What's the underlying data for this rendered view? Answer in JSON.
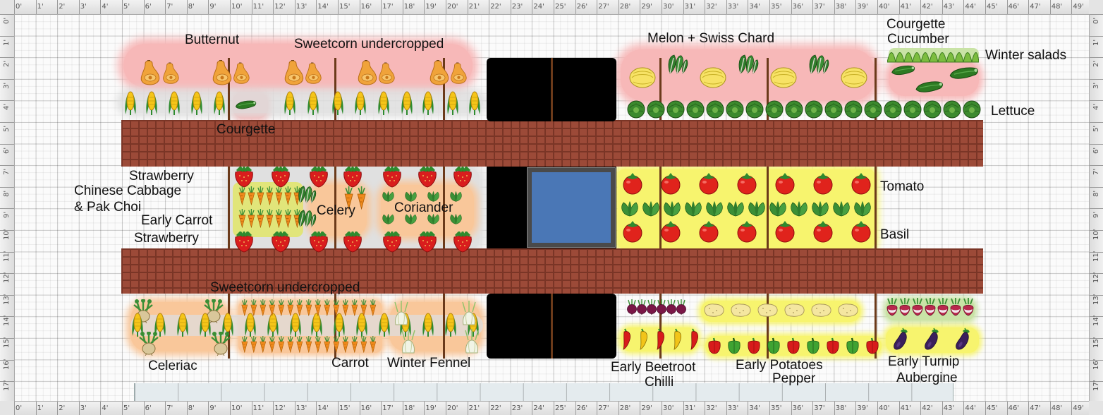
{
  "ruler": {
    "labels": [
      "0'",
      "1'",
      "2'",
      "3'",
      "4'",
      "5'",
      "6'",
      "7'",
      "8'",
      "9'",
      "10'",
      "11'",
      "12'",
      "13'",
      "14'",
      "15'",
      "16'",
      "17'",
      "18'",
      "19'",
      "20'",
      "21'",
      "22'",
      "23'",
      "24'",
      "25'",
      "26'",
      "27'",
      "28'",
      "29'",
      "30'",
      "31'",
      "32'",
      "33'",
      "34'",
      "35'",
      "36'",
      "37'",
      "38'",
      "39'",
      "40'",
      "41'",
      "42'",
      "43'",
      "44'",
      "45'",
      "46'",
      "47'",
      "48'",
      "49'"
    ],
    "vlabels": [
      "0'",
      "1'",
      "2'",
      "3'",
      "4'",
      "5'",
      "6'",
      "7'",
      "8'",
      "9'",
      "10'",
      "11'",
      "12'",
      "13'",
      "14'",
      "15'",
      "16'",
      "17'"
    ]
  },
  "labels": {
    "butternut": "Butternut",
    "sweetcorn_top": "Sweetcorn undercropped",
    "courgette_left": "Courgette",
    "melon": "Melon + Swiss Chard",
    "courgette_right": "Courgette",
    "cucumber": "Cucumber",
    "winter_salads": "Winter salads",
    "lettuce": "Lettuce",
    "strawberry_top": "Strawberry",
    "chinese_cabbage_1": "Chinese Cabbage",
    "chinese_cabbage_2": "& Pak Choi",
    "early_carrot": "Early Carrot",
    "strawberry_bottom": "Strawberry",
    "celery": "Celery",
    "coriander": "Coriander",
    "tomato": "Tomato",
    "basil": "Basil",
    "sweetcorn_bottom": "Sweetcorn undercropped",
    "celeriac": "Celeriac",
    "carrot": "Carrot",
    "winter_fennel": "Winter Fennel",
    "early_beetroot": "Early Beetroot",
    "chilli": "Chilli",
    "early_potatoes": "Early Potatoes",
    "pepper": "Pepper",
    "early_turnip": "Early Turnip",
    "aubergine": "Aubergine"
  },
  "colors": {
    "red_zone": "#f7b8b8",
    "orange_zone": "#f9c79a",
    "yellow_zone": "#f7f46e",
    "green_zone": "#c9e3a6",
    "brick": "#9c4a38",
    "pond": "#4a77b6"
  },
  "icons": {
    "butternut": "butternut-squash-icon",
    "sweetcorn": "sweetcorn-icon",
    "courgette": "courgette-icon",
    "melon": "melon-icon",
    "chard": "swiss-chard-icon",
    "lettuce": "lettuce-icon",
    "strawberry": "strawberry-icon",
    "carrot": "carrot-icon",
    "tomato": "tomato-icon",
    "basil": "basil-icon",
    "celeriac": "celeriac-icon",
    "fennel": "fennel-icon",
    "beetroot": "beetroot-icon",
    "chilli": "chilli-icon",
    "potato": "potato-icon",
    "pepper": "pepper-icon",
    "turnip": "turnip-icon",
    "aubergine": "aubergine-icon",
    "salad": "winter-salad-icon"
  }
}
